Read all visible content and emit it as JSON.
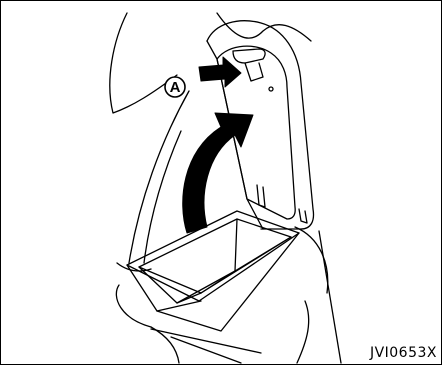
{
  "figure": {
    "callout": {
      "letter": "A"
    },
    "code": "JVI0653X"
  },
  "colors": {
    "line": "#000000",
    "arrow_fill": "#000000",
    "background": "#ffffff"
  },
  "icons": {
    "callout": "circled-letter-badge",
    "motion": "curved-arrow-opening",
    "pointer": "push-arrow"
  }
}
